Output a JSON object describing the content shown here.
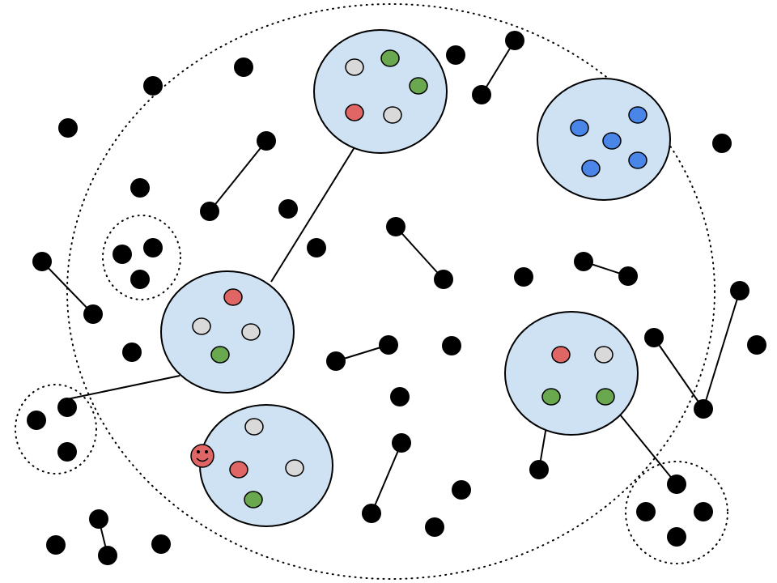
{
  "colors": {
    "background": "#ffffff",
    "cluster_fill": "#cfe2f3",
    "outline": "#000000",
    "node_black": "#000000",
    "node_red": "#e06666",
    "node_green": "#6aa84f",
    "node_grey": "#d9d9d9",
    "node_blue": "#4a86e8",
    "face_fill": "#e06666"
  },
  "icons": [
    "smiley-face-icon"
  ],
  "clusters": [
    {
      "id": "cluster-top-center",
      "nodes": [
        "grey",
        "green",
        "green",
        "red",
        "grey"
      ]
    },
    {
      "id": "cluster-top-right",
      "nodes": [
        "blue",
        "blue",
        "blue",
        "blue",
        "blue"
      ]
    },
    {
      "id": "cluster-middle-left",
      "nodes": [
        "red",
        "grey",
        "grey",
        "green"
      ]
    },
    {
      "id": "cluster-bottom-left",
      "nodes": [
        "grey",
        "red",
        "grey",
        "green"
      ]
    },
    {
      "id": "cluster-middle-right",
      "nodes": [
        "red",
        "grey",
        "green",
        "green"
      ]
    }
  ]
}
